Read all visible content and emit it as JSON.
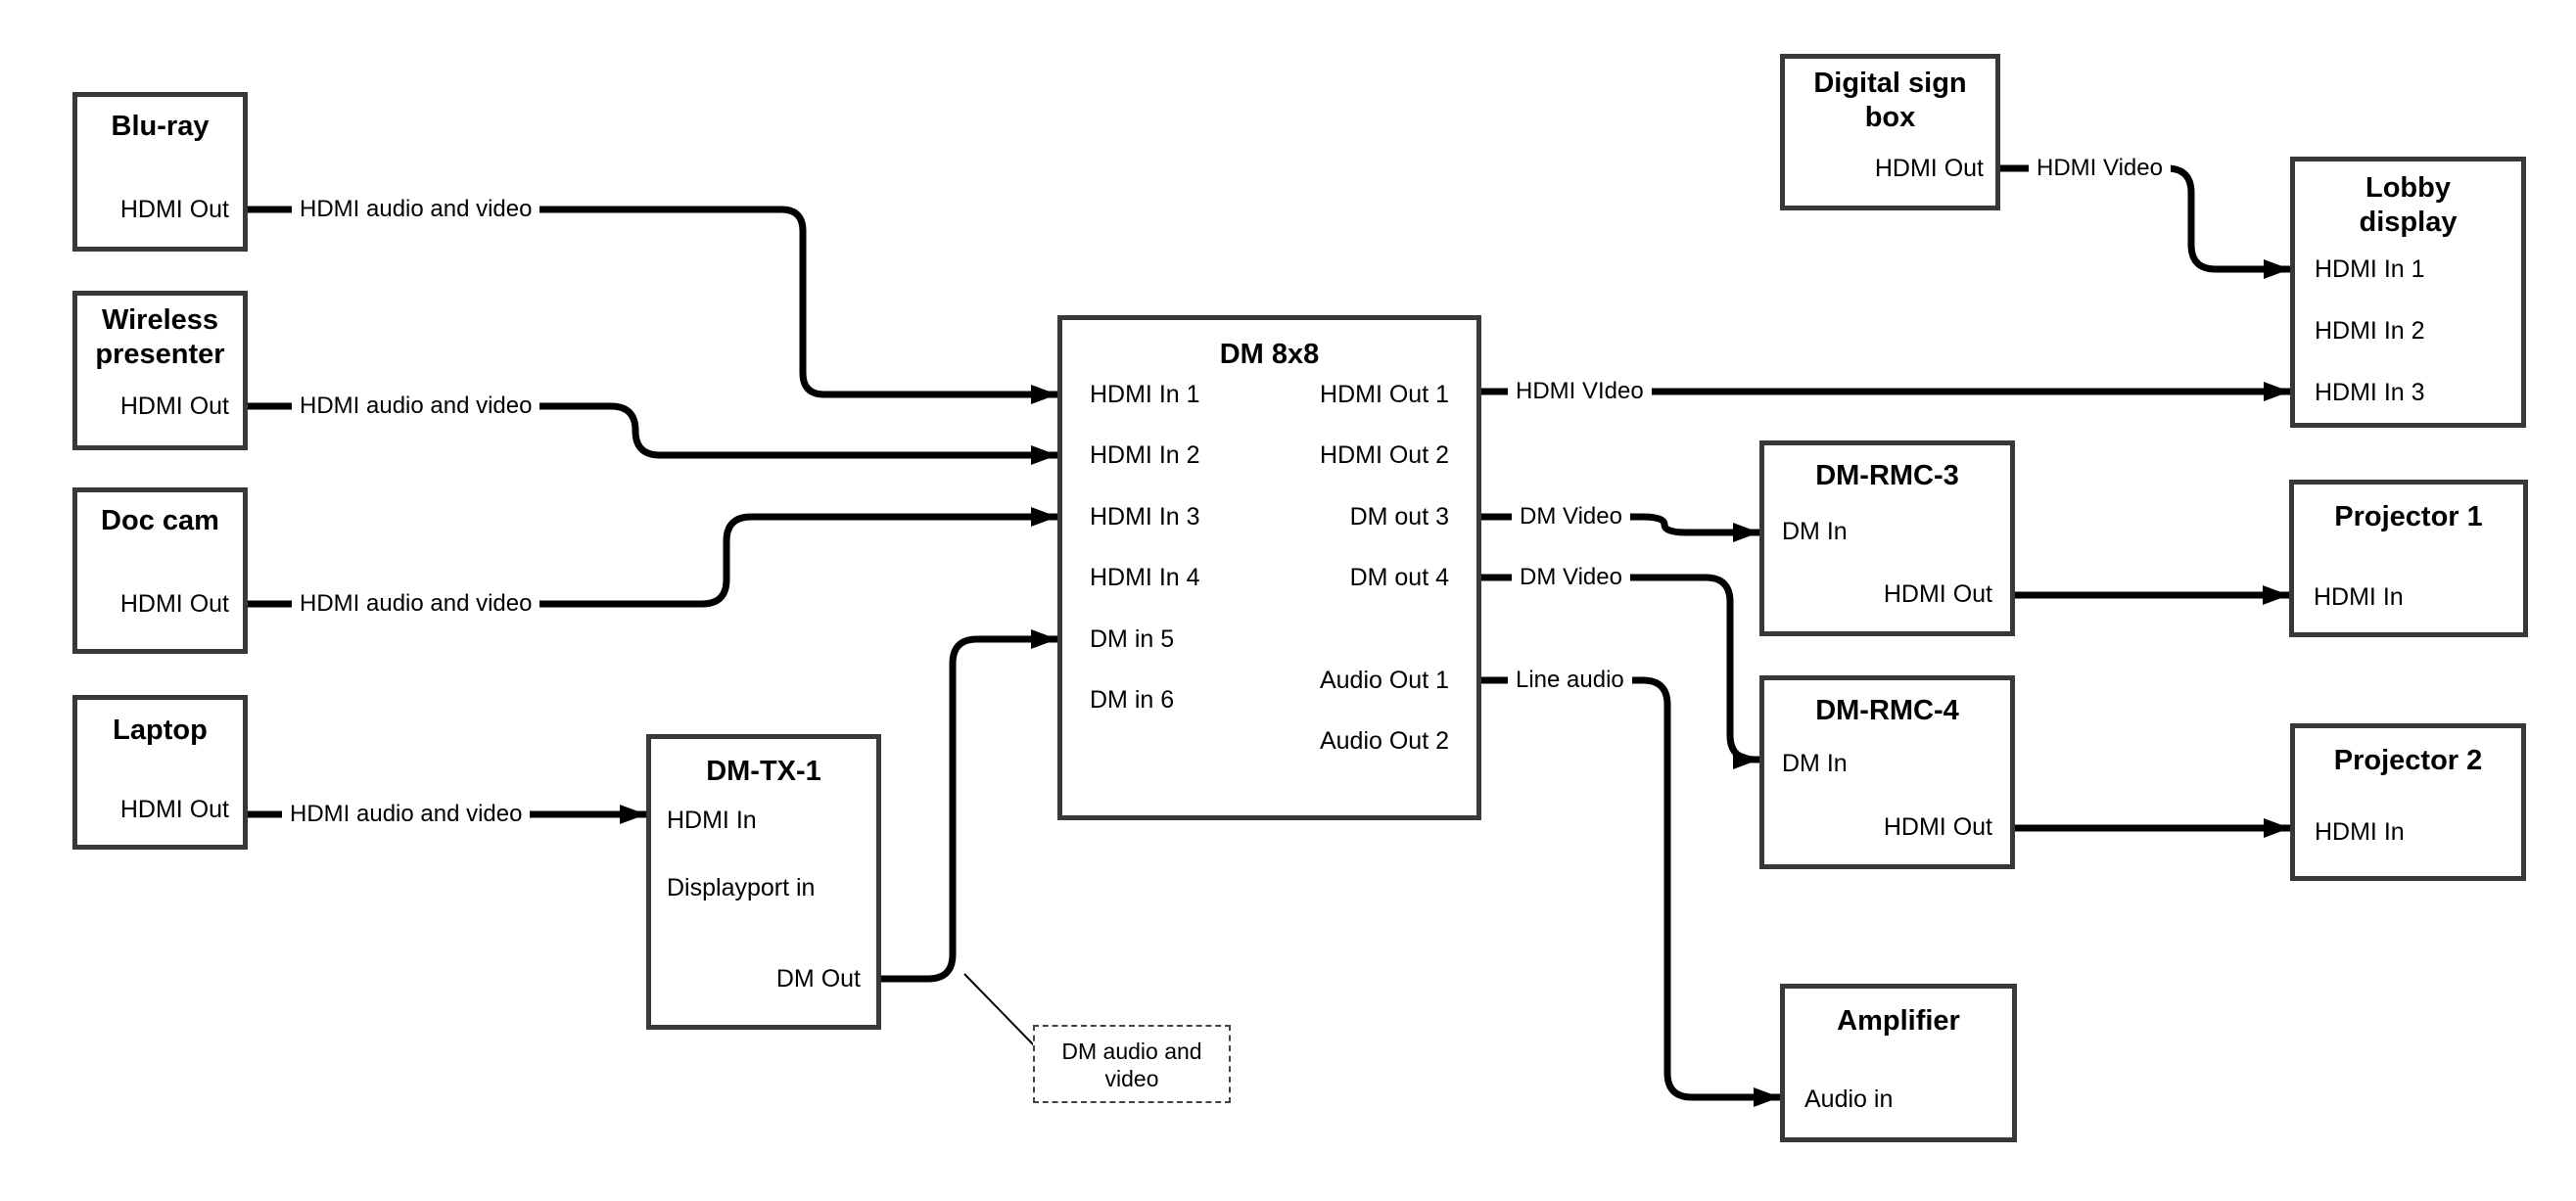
{
  "diagram": {
    "colors": {
      "line": "#000000",
      "box_border": "#383838",
      "background": "#ffffff"
    },
    "nodes": {
      "bluray": {
        "title": "Blu-ray",
        "ports": [
          "HDMI Out"
        ]
      },
      "wireless_presenter": {
        "title": "Wireless\npresenter",
        "ports": [
          "HDMI Out"
        ]
      },
      "doc_cam": {
        "title": "Doc cam",
        "ports": [
          "HDMI Out"
        ]
      },
      "laptop": {
        "title": "Laptop",
        "ports": [
          "HDMI Out"
        ]
      },
      "dm_tx_1": {
        "title": "DM-TX-1",
        "ports": [
          "HDMI In",
          "Displayport in",
          "DM Out"
        ]
      },
      "dm_8x8": {
        "title": "DM 8x8",
        "ports_left": [
          "HDMI In 1",
          "HDMI In 2",
          "HDMI In 3",
          "HDMI In 4",
          "DM in 5",
          "DM in 6"
        ],
        "ports_right": [
          "HDMI Out 1",
          "HDMI Out 2",
          "DM out 3",
          "DM out 4",
          "Audio Out 1",
          "Audio Out 2"
        ]
      },
      "digital_sign_box": {
        "title": "Digital sign\nbox",
        "ports": [
          "HDMI Out"
        ]
      },
      "lobby_display": {
        "title": "Lobby\ndisplay",
        "ports": [
          "HDMI In 1",
          "HDMI In 2",
          "HDMI In 3"
        ]
      },
      "dm_rmc_3": {
        "title": "DM-RMC-3",
        "ports": [
          "DM In",
          "HDMI Out"
        ]
      },
      "dm_rmc_4": {
        "title": "DM-RMC-4",
        "ports": [
          "DM In",
          "HDMI Out"
        ]
      },
      "projector_1": {
        "title": "Projector 1",
        "ports": [
          "HDMI In"
        ]
      },
      "projector_2": {
        "title": "Projector 2",
        "ports": [
          "HDMI In"
        ]
      },
      "amplifier": {
        "title": "Amplifier",
        "ports": [
          "Audio in"
        ]
      }
    },
    "wires": [
      {
        "from": "Blu-ray HDMI Out",
        "to": "DM 8x8 HDMI In 1",
        "label": "HDMI audio and video"
      },
      {
        "from": "Wireless presenter HDMI Out",
        "to": "DM 8x8 HDMI In 2",
        "label": "HDMI audio and video"
      },
      {
        "from": "Doc cam HDMI Out",
        "to": "DM 8x8 HDMI In 3",
        "label": "HDMI audio and video"
      },
      {
        "from": "Laptop HDMI Out",
        "to": "DM-TX-1 HDMI In",
        "label": "HDMI audio and video"
      },
      {
        "from": "DM-TX-1 DM Out",
        "to": "DM 8x8 DM in 5",
        "label": ""
      },
      {
        "from": "DM 8x8 HDMI Out 1",
        "to": "Lobby display HDMI In 3",
        "label": "HDMI VIdeo"
      },
      {
        "from": "Digital sign box HDMI Out",
        "to": "Lobby display HDMI In 1",
        "label": "HDMI Video"
      },
      {
        "from": "DM 8x8 DM out 3",
        "to": "DM-RMC-3 DM In",
        "label": "DM Video"
      },
      {
        "from": "DM 8x8 DM out 4",
        "to": "DM-RMC-4 DM In",
        "label": "DM Video"
      },
      {
        "from": "DM 8x8 Audio Out 1",
        "to": "Amplifier Audio in",
        "label": "Line audio"
      },
      {
        "from": "DM-RMC-3 HDMI Out",
        "to": "Projector 1 HDMI In",
        "label": ""
      },
      {
        "from": "DM-RMC-4 HDMI Out",
        "to": "Projector 2 HDMI In",
        "label": ""
      }
    ],
    "note": {
      "text": "DM audio and\nvideo"
    }
  }
}
